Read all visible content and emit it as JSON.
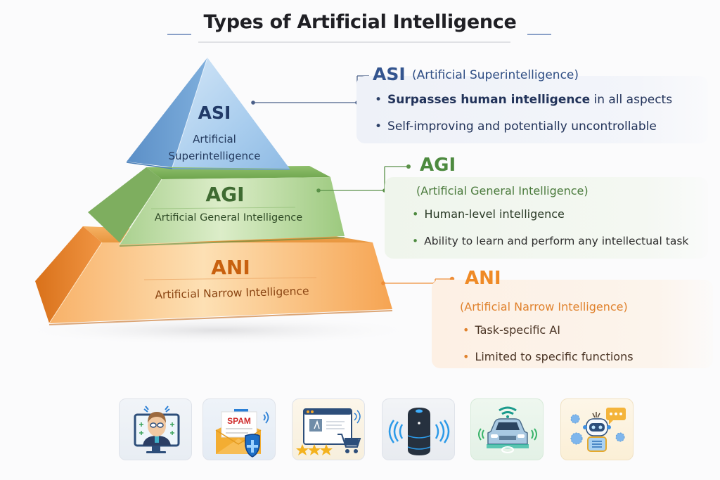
{
  "title": "Types of Artificial Intelligence",
  "colors": {
    "asi": "#34558f",
    "agi": "#4d8a3f",
    "ani": "#ef8a26",
    "background": "#fbfbfc"
  },
  "pyramid": {
    "asi": {
      "abbr": "ASI",
      "full_line1": "Artificial",
      "full_line2": "Superintelligence"
    },
    "agi": {
      "abbr": "AGI",
      "full": "Artificial General Intelligence"
    },
    "ani": {
      "abbr": "ANI",
      "full": "Artificial Narrow Intelligence"
    }
  },
  "descriptions": {
    "asi": {
      "heading": "ASI",
      "subtitle": "(Artificial Superintelligence)",
      "bullets": [
        {
          "bold": "Surpasses human intelligence",
          "rest": " in all aspects"
        },
        {
          "text": "Self-improving and potentially uncontrollable"
        }
      ]
    },
    "agi": {
      "heading": "AGI",
      "subtitle": "(Artificial General Intelligence)",
      "bullets": [
        {
          "text": "Human-level intelligence"
        },
        {
          "text": "Ability to learn and perform any intellectual task"
        }
      ]
    },
    "ani": {
      "heading": "ANI",
      "subtitle": "(Artificial Narrow Intelligence)",
      "bullets": [
        {
          "text": "Task-specific AI"
        },
        {
          "text": "Limited to specific functions"
        }
      ]
    }
  },
  "bullet_glyph": "•",
  "example_icons": [
    {
      "name": "face-recognition-icon",
      "spam_label": ""
    },
    {
      "name": "spam-filter-icon",
      "spam_label": "SPAM"
    },
    {
      "name": "recommendation-shopping-icon",
      "spam_label": ""
    },
    {
      "name": "smart-speaker-icon",
      "spam_label": ""
    },
    {
      "name": "self-driving-car-icon",
      "spam_label": ""
    },
    {
      "name": "chatbot-icon",
      "spam_label": ""
    }
  ]
}
